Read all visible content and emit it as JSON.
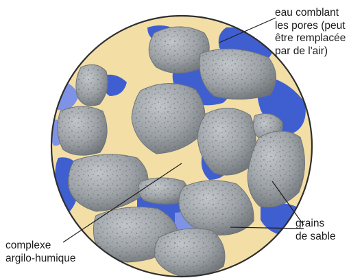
{
  "labels": {
    "water": {
      "lines": [
        "eau comblant",
        "les pores (peut",
        "être remplacée",
        "par de l'air)"
      ]
    },
    "sand": {
      "lines": [
        "grains",
        "de sable"
      ]
    },
    "clay_humus": {
      "lines": [
        "complexe",
        "argilo-humique"
      ]
    }
  },
  "colors": {
    "water": "#3f5fd0",
    "water_light": "#7e93e6",
    "clay_humus": "#f3dfa6",
    "grain": "#9ea3a8",
    "grain_shadow": "#6f7479",
    "outline": "#333333"
  }
}
